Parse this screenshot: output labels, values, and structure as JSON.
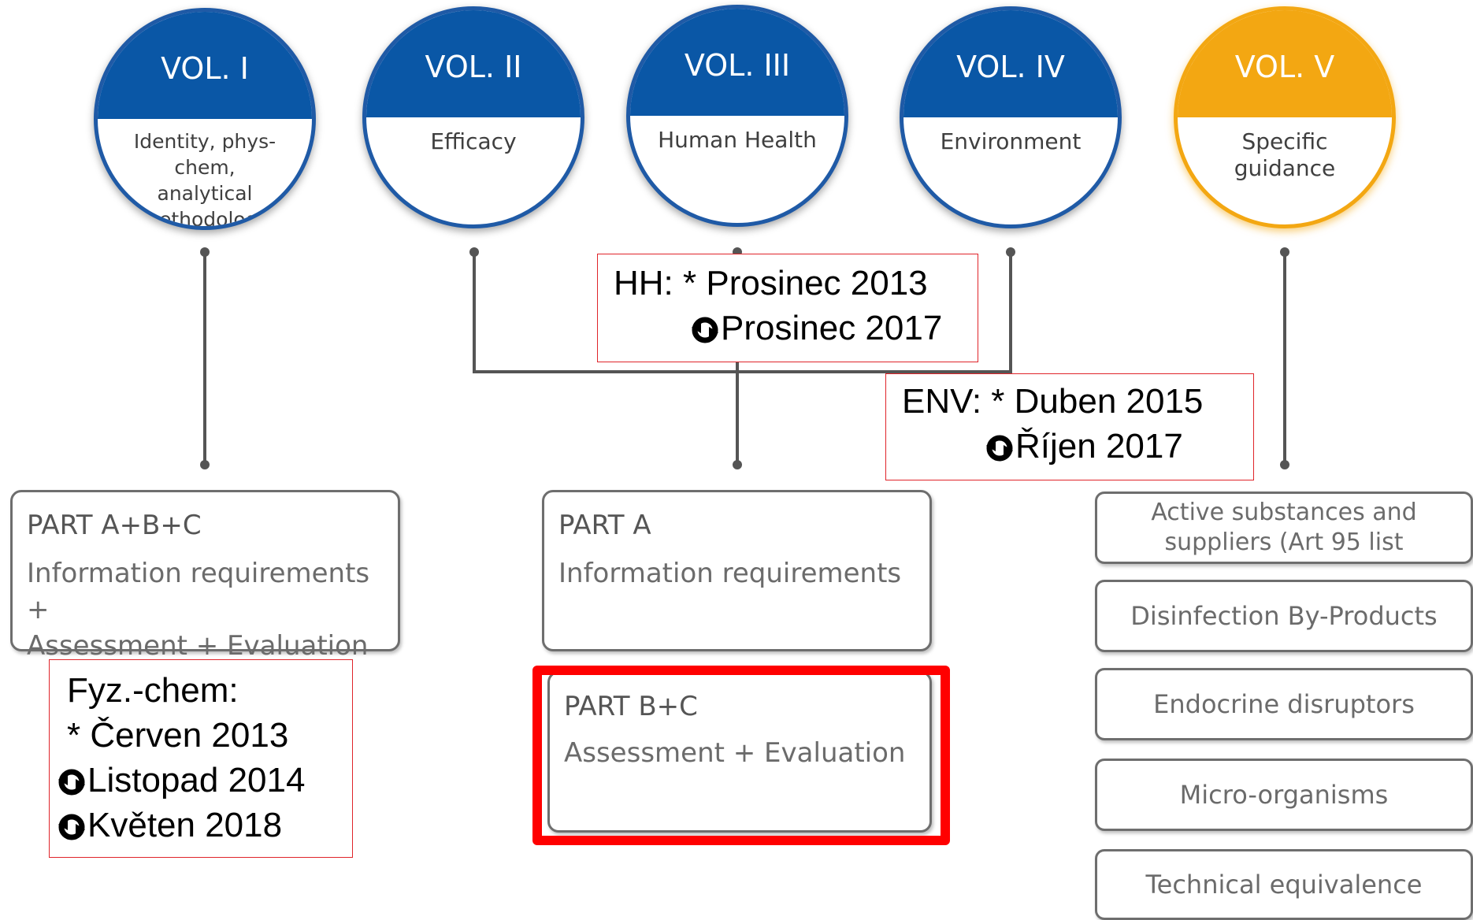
{
  "volumes": [
    {
      "label": "VOL. I",
      "subtitle_lines": [
        "Identity, phys-chem,",
        "analytical",
        "methodology"
      ]
    },
    {
      "label": "VOL. II",
      "subtitle_lines": [
        "Efficacy"
      ]
    },
    {
      "label": "VOL. III",
      "subtitle_lines": [
        "Human Health"
      ]
    },
    {
      "label": "VOL. IV",
      "subtitle_lines": [
        "Environment"
      ]
    },
    {
      "label": "VOL. V",
      "subtitle_lines": [
        "Specific",
        "guidance"
      ]
    }
  ],
  "parts": {
    "abc": {
      "title": "PART A+B+C",
      "desc_lines": [
        "Information requirements +",
        "Assessment + Evaluation"
      ]
    },
    "a": {
      "title": "PART A",
      "desc_lines": [
        "Information requirements"
      ]
    },
    "bc": {
      "title": "PART B+C",
      "desc_lines": [
        "Assessment + Evaluation"
      ]
    }
  },
  "guidance_items": [
    {
      "lines": [
        "Active substances and",
        "suppliers (Art 95 list"
      ]
    },
    {
      "lines": [
        "Disinfection By-Products"
      ]
    },
    {
      "lines": [
        "Endocrine disruptors"
      ]
    },
    {
      "lines": [
        "Micro-organisms"
      ]
    },
    {
      "lines": [
        "Technical equivalence"
      ]
    }
  ],
  "notes": {
    "hh": {
      "line1": "HH: * Prosinec 2013",
      "line2": "Prosinec 2017"
    },
    "env": {
      "line1": "ENV: * Duben 2015",
      "line2": "Říjen 2017"
    },
    "phys": {
      "line1": "Fyz.-chem:",
      "line2": "* Červen 2013",
      "line3": "Listopad 2014",
      "line4": "Květen 2018"
    }
  },
  "colors": {
    "vol_blue": "#0a57a6",
    "vol_orange": "#f3a712",
    "note_border": "#e0242a",
    "highlight": "#ff0000",
    "connector": "#555555"
  },
  "icons": {
    "update": "refresh-icon"
  }
}
